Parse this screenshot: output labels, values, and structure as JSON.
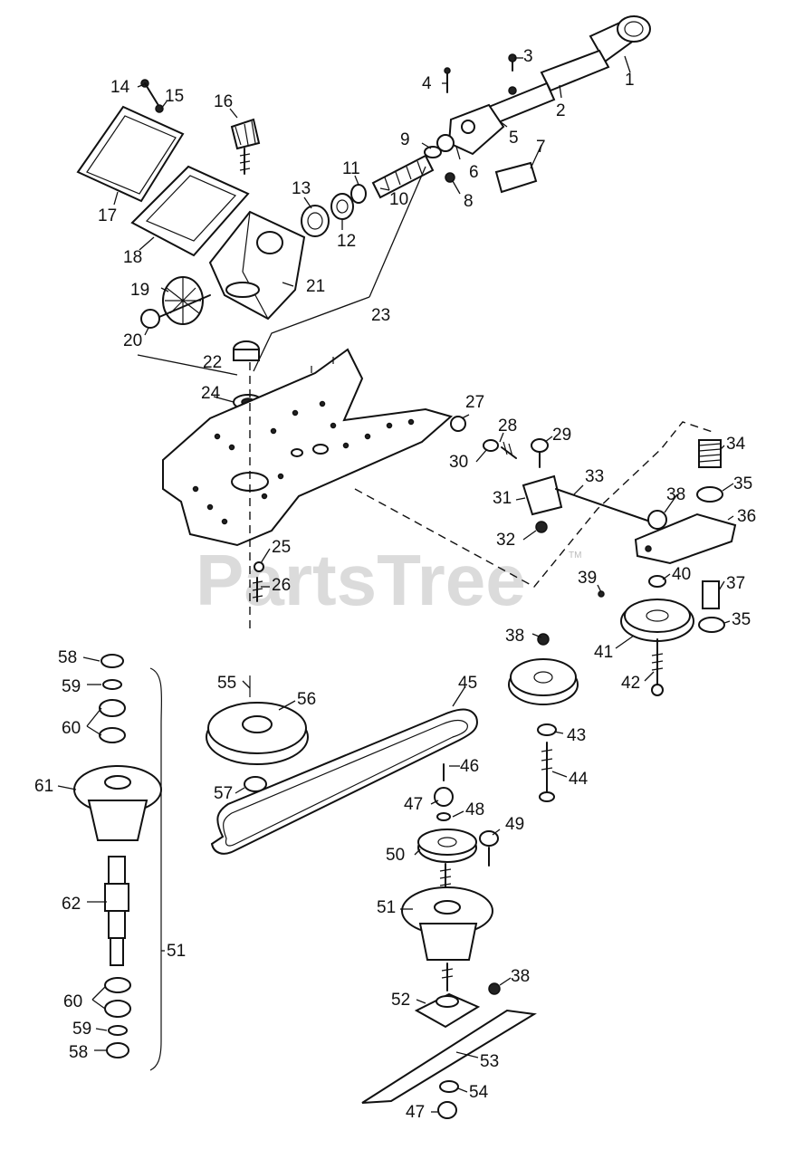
{
  "watermark": {
    "brand": "PartsTree",
    "mark": "TM"
  },
  "callouts": [
    {
      "id": "c1",
      "label": "1"
    },
    {
      "id": "c2",
      "label": "2"
    },
    {
      "id": "c3",
      "label": "3"
    },
    {
      "id": "c4",
      "label": "4"
    },
    {
      "id": "c5",
      "label": "5"
    },
    {
      "id": "c6",
      "label": "6"
    },
    {
      "id": "c7",
      "label": "7"
    },
    {
      "id": "c8",
      "label": "8"
    },
    {
      "id": "c9",
      "label": "9"
    },
    {
      "id": "c10",
      "label": "10"
    },
    {
      "id": "c11",
      "label": "11"
    },
    {
      "id": "c12",
      "label": "12"
    },
    {
      "id": "c13",
      "label": "13"
    },
    {
      "id": "c14",
      "label": "14"
    },
    {
      "id": "c15",
      "label": "15"
    },
    {
      "id": "c16",
      "label": "16"
    },
    {
      "id": "c17",
      "label": "17"
    },
    {
      "id": "c18",
      "label": "18"
    },
    {
      "id": "c19",
      "label": "19"
    },
    {
      "id": "c20",
      "label": "20"
    },
    {
      "id": "c21",
      "label": "21"
    },
    {
      "id": "c22",
      "label": "22"
    },
    {
      "id": "c23",
      "label": "23"
    },
    {
      "id": "c24",
      "label": "24"
    },
    {
      "id": "c25",
      "label": "25"
    },
    {
      "id": "c26",
      "label": "26"
    },
    {
      "id": "c27",
      "label": "27"
    },
    {
      "id": "c28",
      "label": "28"
    },
    {
      "id": "c29",
      "label": "29"
    },
    {
      "id": "c30",
      "label": "30"
    },
    {
      "id": "c31",
      "label": "31"
    },
    {
      "id": "c32",
      "label": "32"
    },
    {
      "id": "c33",
      "label": "33"
    },
    {
      "id": "c34",
      "label": "34"
    },
    {
      "id": "c35a",
      "label": "35"
    },
    {
      "id": "c36",
      "label": "36"
    },
    {
      "id": "c37",
      "label": "37"
    },
    {
      "id": "c35b",
      "label": "35"
    },
    {
      "id": "c38a",
      "label": "38"
    },
    {
      "id": "c38b",
      "label": "38"
    },
    {
      "id": "c39",
      "label": "39"
    },
    {
      "id": "c40",
      "label": "40"
    },
    {
      "id": "c41",
      "label": "41"
    },
    {
      "id": "c42",
      "label": "42"
    },
    {
      "id": "c43",
      "label": "43"
    },
    {
      "id": "c44",
      "label": "44"
    },
    {
      "id": "c45",
      "label": "45"
    },
    {
      "id": "c46",
      "label": "46"
    },
    {
      "id": "c47a",
      "label": "47"
    },
    {
      "id": "c48",
      "label": "48"
    },
    {
      "id": "c49",
      "label": "49"
    },
    {
      "id": "c50",
      "label": "50"
    },
    {
      "id": "c51a",
      "label": "51"
    },
    {
      "id": "c38c",
      "label": "38"
    },
    {
      "id": "c52",
      "label": "52"
    },
    {
      "id": "c53",
      "label": "53"
    },
    {
      "id": "c54",
      "label": "54"
    },
    {
      "id": "c47b",
      "label": "47"
    },
    {
      "id": "c55",
      "label": "55"
    },
    {
      "id": "c56",
      "label": "56"
    },
    {
      "id": "c57",
      "label": "57"
    },
    {
      "id": "c58a",
      "label": "58"
    },
    {
      "id": "c59a",
      "label": "59"
    },
    {
      "id": "c60a",
      "label": "60"
    },
    {
      "id": "c61",
      "label": "61"
    },
    {
      "id": "c62",
      "label": "62"
    },
    {
      "id": "c51b",
      "label": "51"
    },
    {
      "id": "c60b",
      "label": "60"
    },
    {
      "id": "c59b",
      "label": "59"
    },
    {
      "id": "c58b",
      "label": "58"
    }
  ]
}
